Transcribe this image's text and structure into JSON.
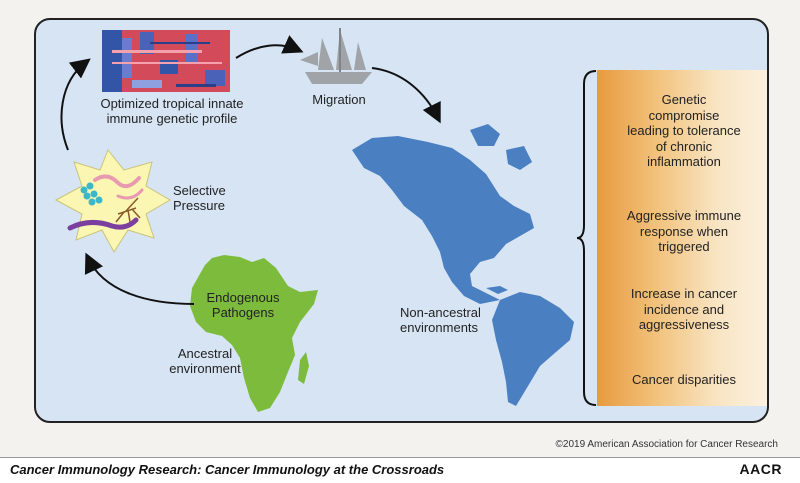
{
  "labels": {
    "profile_line1": "Optimized tropical innate",
    "profile_line2": "immune genetic profile",
    "migration": "Migration",
    "selective_line1": "Selective",
    "selective_line2": "Pressure",
    "pathogens_line1": "Endogenous",
    "pathogens_line2": "Pathogens",
    "ancestral_line1": "Ancestral",
    "ancestral_line2": "environment",
    "nonancestral_line1": "Non-ancestral",
    "nonancestral_line2": "environments"
  },
  "outcomes": [
    {
      "lines": [
        "Genetic",
        "compromise",
        "leading to tolerance",
        "of chronic",
        "inflammation"
      ]
    },
    {
      "lines": [
        "Aggressive immune",
        "response when",
        "triggered"
      ]
    },
    {
      "lines": [
        "Increase in cancer",
        "incidence and",
        "aggressiveness"
      ]
    },
    {
      "lines": [
        "Cancer disparities"
      ]
    }
  ],
  "copyright": "©2019 American Association for Cancer Research",
  "footer": {
    "title": "Cancer Immunology Research: Cancer Immunology at the Crossroads",
    "logo": "AACR"
  },
  "colors": {
    "africa": "#7dbb3c",
    "americas": "#4a7fc1",
    "panel": "#d7e4f4",
    "burst": "#fbf6b2",
    "gradient_start": "#e89a3e"
  },
  "icons": [
    "heatmap-icon",
    "ship-icon",
    "pathogens-burst-icon"
  ]
}
